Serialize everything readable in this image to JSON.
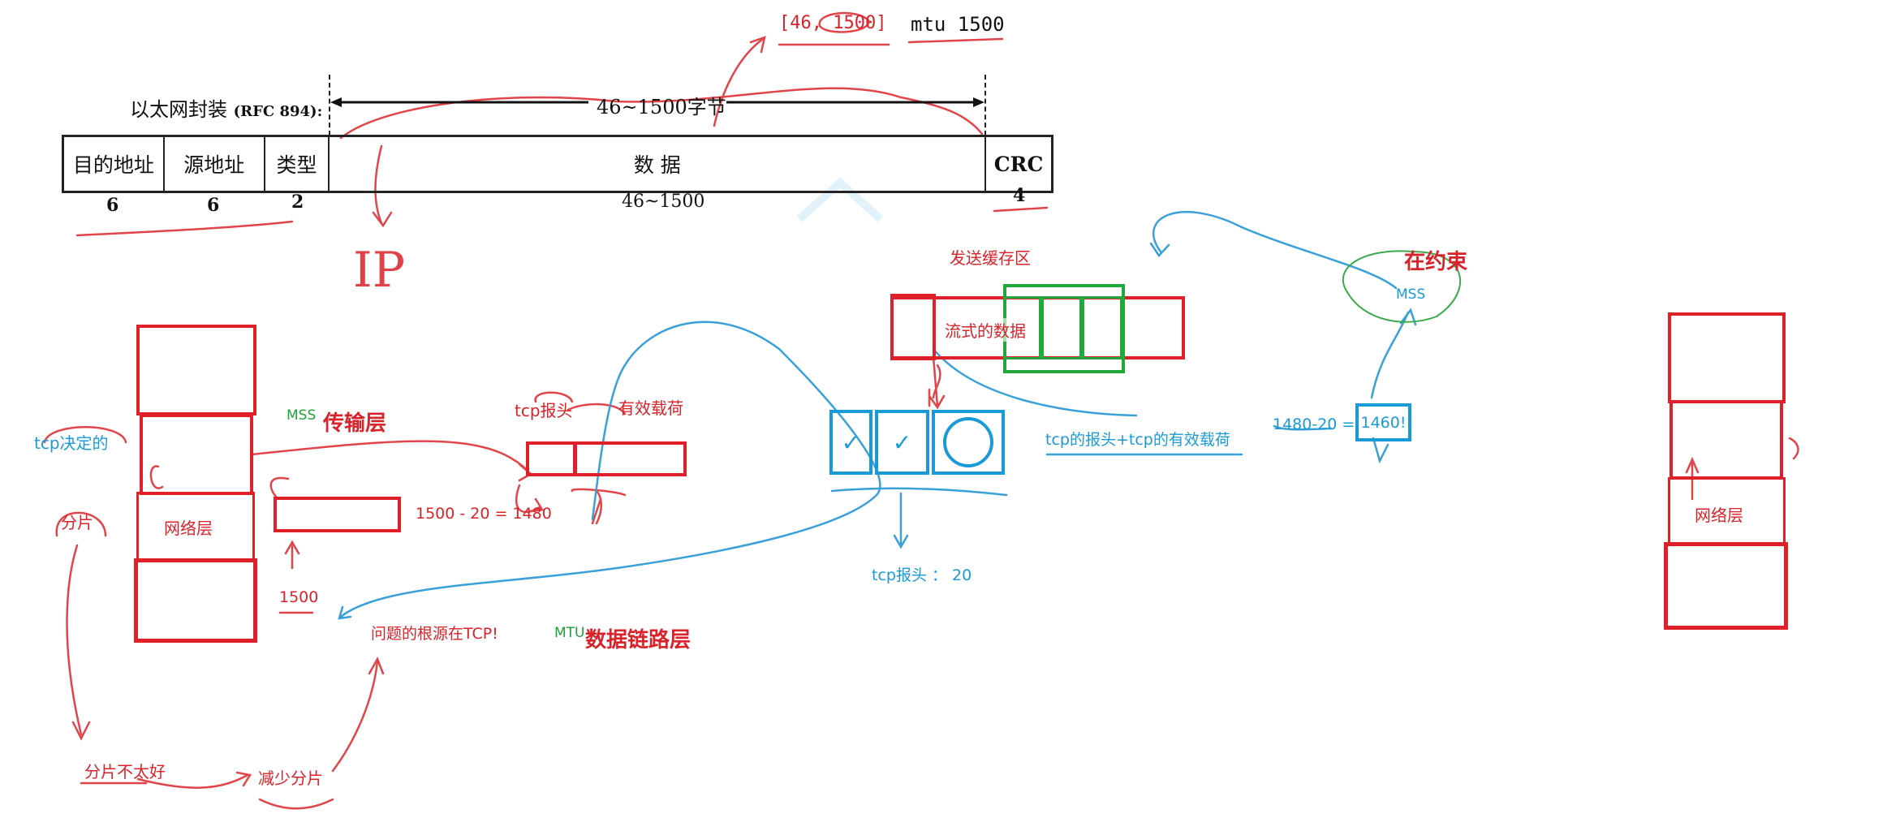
{
  "top": {
    "range_note": "[46, 1500]",
    "mtu_note": "mtu 1500"
  },
  "ethernet": {
    "caption": "以太网封装",
    "rfc": "(RFC 894):",
    "span_label": "46~1500字节",
    "fields": [
      "目的地址",
      "源地址",
      "类型",
      "数 据",
      "CRC"
    ],
    "sizes": [
      "6",
      "6",
      "2",
      "46~1500",
      "4"
    ]
  },
  "ip_scribble": "IP",
  "left_stack": {
    "mss": "MSS",
    "transport": "传输层",
    "network": "网络层",
    "mtu": "MTU",
    "datalink": "数据链路层",
    "tcp_decided": "tcp决定的",
    "fragment": "分片",
    "fragment_bad": "分片不太好",
    "reduce_fragment": "减少分片",
    "root_cause": "问题的根源在TCP!",
    "val_1500": "1500",
    "calc_1480": "1500 - 20 = 1480",
    "tcp_header": "tcp报头",
    "payload": "有效载荷"
  },
  "buffer": {
    "send_buffer": "发送缓存区",
    "stream_data": "流式的数据",
    "check_mark": "✓",
    "tcp_header_20": "tcp报头 ： 20",
    "tcp_formula": "tcp的报头+tcp的有效载荷"
  },
  "right": {
    "constraint": "在约束",
    "mss": "MSS",
    "calc": "1480-20 =",
    "value_1460": "1460!",
    "network": "网络层"
  },
  "colors": {
    "red": "#d8232a",
    "blue": "#1a9ad6",
    "green": "#1aa33a"
  }
}
